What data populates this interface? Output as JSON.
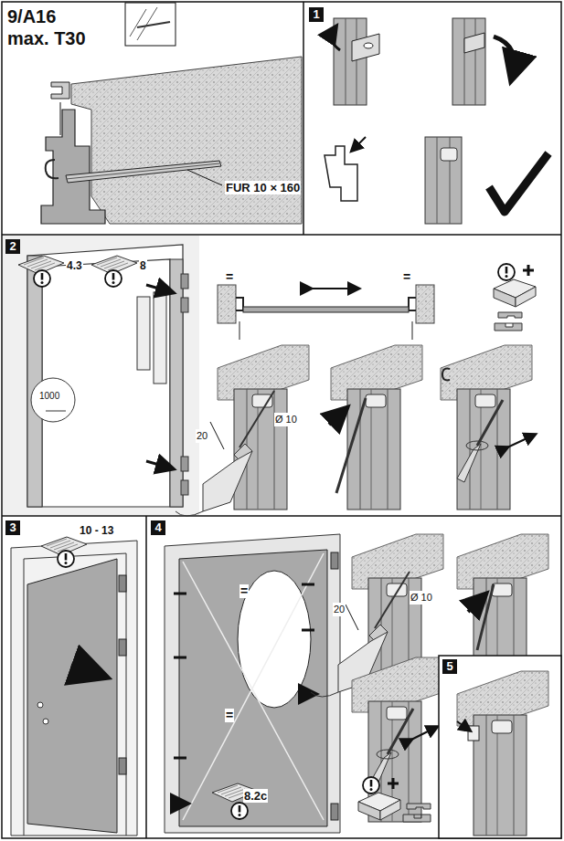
{
  "diagram": {
    "title": "9/A16 max. T30",
    "nodes": [
      {
        "text": [
          "1"
        ]
      },
      {
        "text": [
          "2"
        ]
      },
      {
        "text": [
          "3"
        ]
      },
      {
        "text": [
          "4"
        ]
      },
      {
        "text": [
          "5"
        ]
      }
    ],
    "labels": [
      "FUR 10 × 160",
      "4.3",
      "8",
      "=",
      "=",
      "1000",
      "20",
      "Ø 10",
      "10 - 13",
      "8.2c",
      "=",
      "=",
      "20",
      "Ø 10"
    ]
  }
}
